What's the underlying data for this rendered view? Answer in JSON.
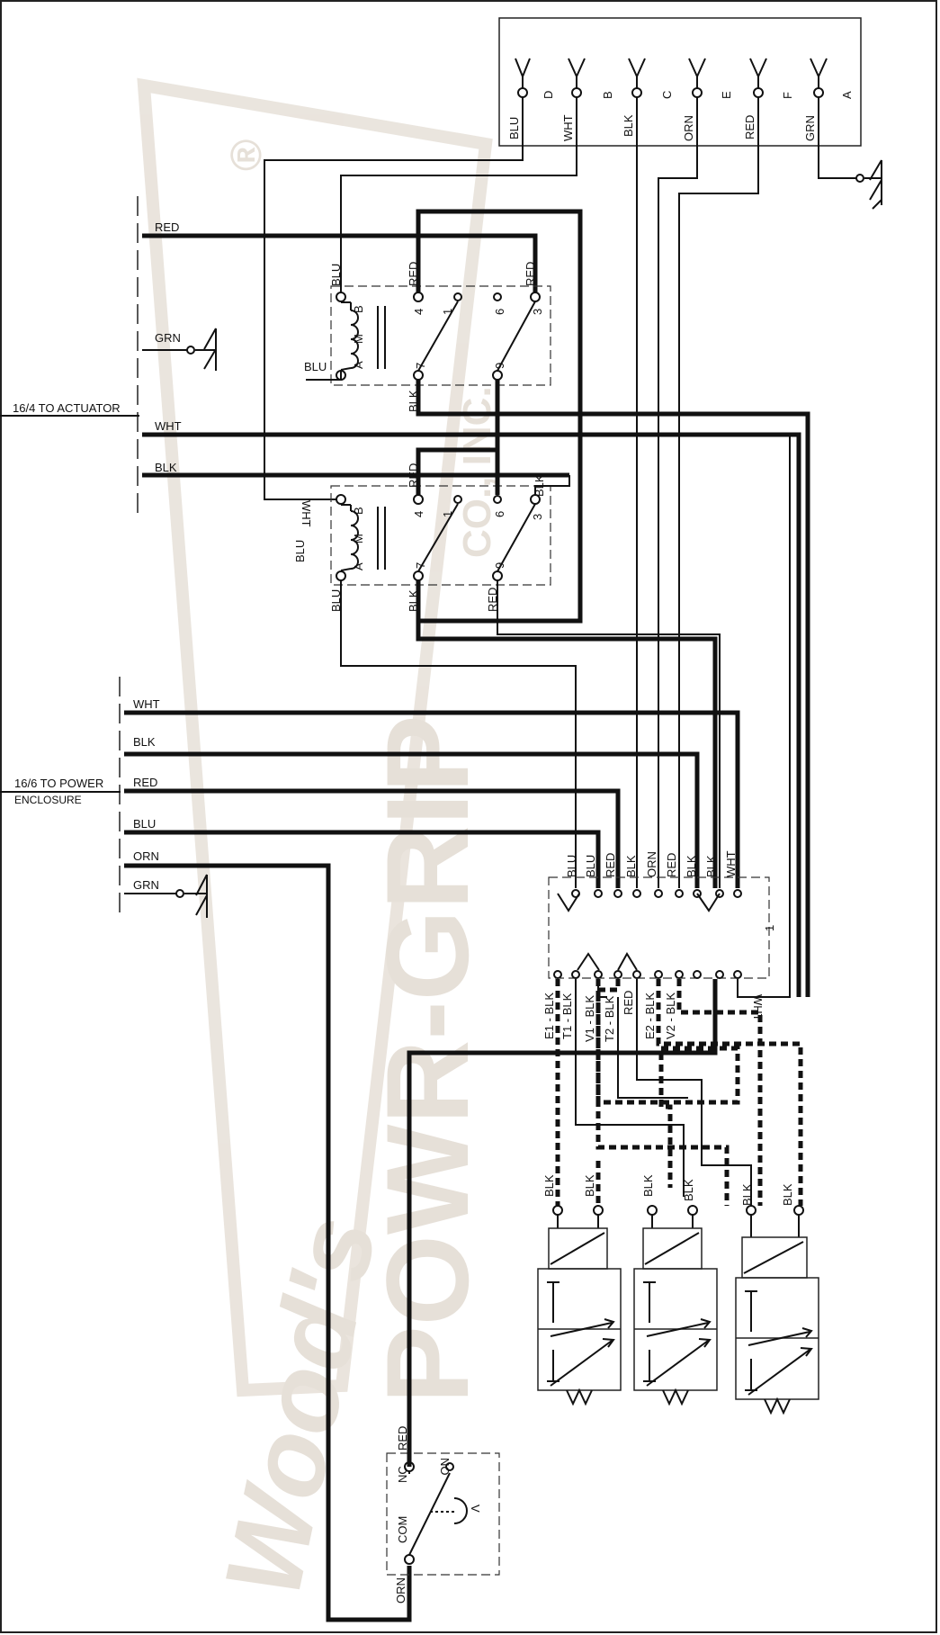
{
  "watermark": {
    "brand_line1": "Wood's",
    "brand_line2": "POWR-GRIP",
    "company": "CO., INC.",
    "registered": "®"
  },
  "connector": {
    "wire_colors": [
      "BLU",
      "WHT",
      "BLK",
      "ORN",
      "RED",
      "GRN"
    ],
    "pin_letters": [
      "D",
      "B",
      "C",
      "E",
      "F",
      "A"
    ]
  },
  "cable_actuator": {
    "label": "16/4 TO ACTUATOR",
    "wires": [
      "RED",
      "GRN",
      "WHT",
      "BLK"
    ]
  },
  "cable_power": {
    "label_line1": "16/6 TO POWER",
    "label_line2": "ENCLOSURE",
    "wires": [
      "WHT",
      "BLK",
      "RED",
      "BLU",
      "ORN",
      "GRN"
    ]
  },
  "relay_upper": {
    "coil_labels": [
      "B",
      "M",
      "A"
    ],
    "pins": [
      "4",
      "1",
      "6",
      "3",
      "7",
      "9"
    ],
    "wire_labels": [
      "BLU",
      "RED",
      "RED",
      "BLU",
      "BLK"
    ]
  },
  "relay_lower": {
    "coil_labels": [
      "B",
      "M",
      "A"
    ],
    "pins": [
      "4",
      "1",
      "6",
      "3",
      "7",
      "9"
    ],
    "wire_labels": [
      "WHT",
      "RED",
      "BLK",
      "BLU",
      "BLU",
      "BLK",
      "RED"
    ]
  },
  "terminal_block": {
    "number": "1",
    "top_labels": [
      "BLU",
      "BLU",
      "RED",
      "BLK",
      "ORN",
      "RED",
      "BLK",
      "BLK",
      "WHT"
    ],
    "bottom_labels": [
      "E1 - BLK",
      "T1 - BLK",
      "V1 - BLK",
      "T2 - BLK",
      "RED",
      "E2 - BLK",
      "V2 - BLK"
    ],
    "return_label": "WHT"
  },
  "valves": {
    "lead_labels": [
      "BLK",
      "BLK",
      "BLK",
      "BLK",
      "BLK",
      "BLK"
    ]
  },
  "vacuum_switch": {
    "labels": [
      "RED",
      "NC",
      "NO",
      "COM",
      "ORN",
      "V"
    ]
  }
}
